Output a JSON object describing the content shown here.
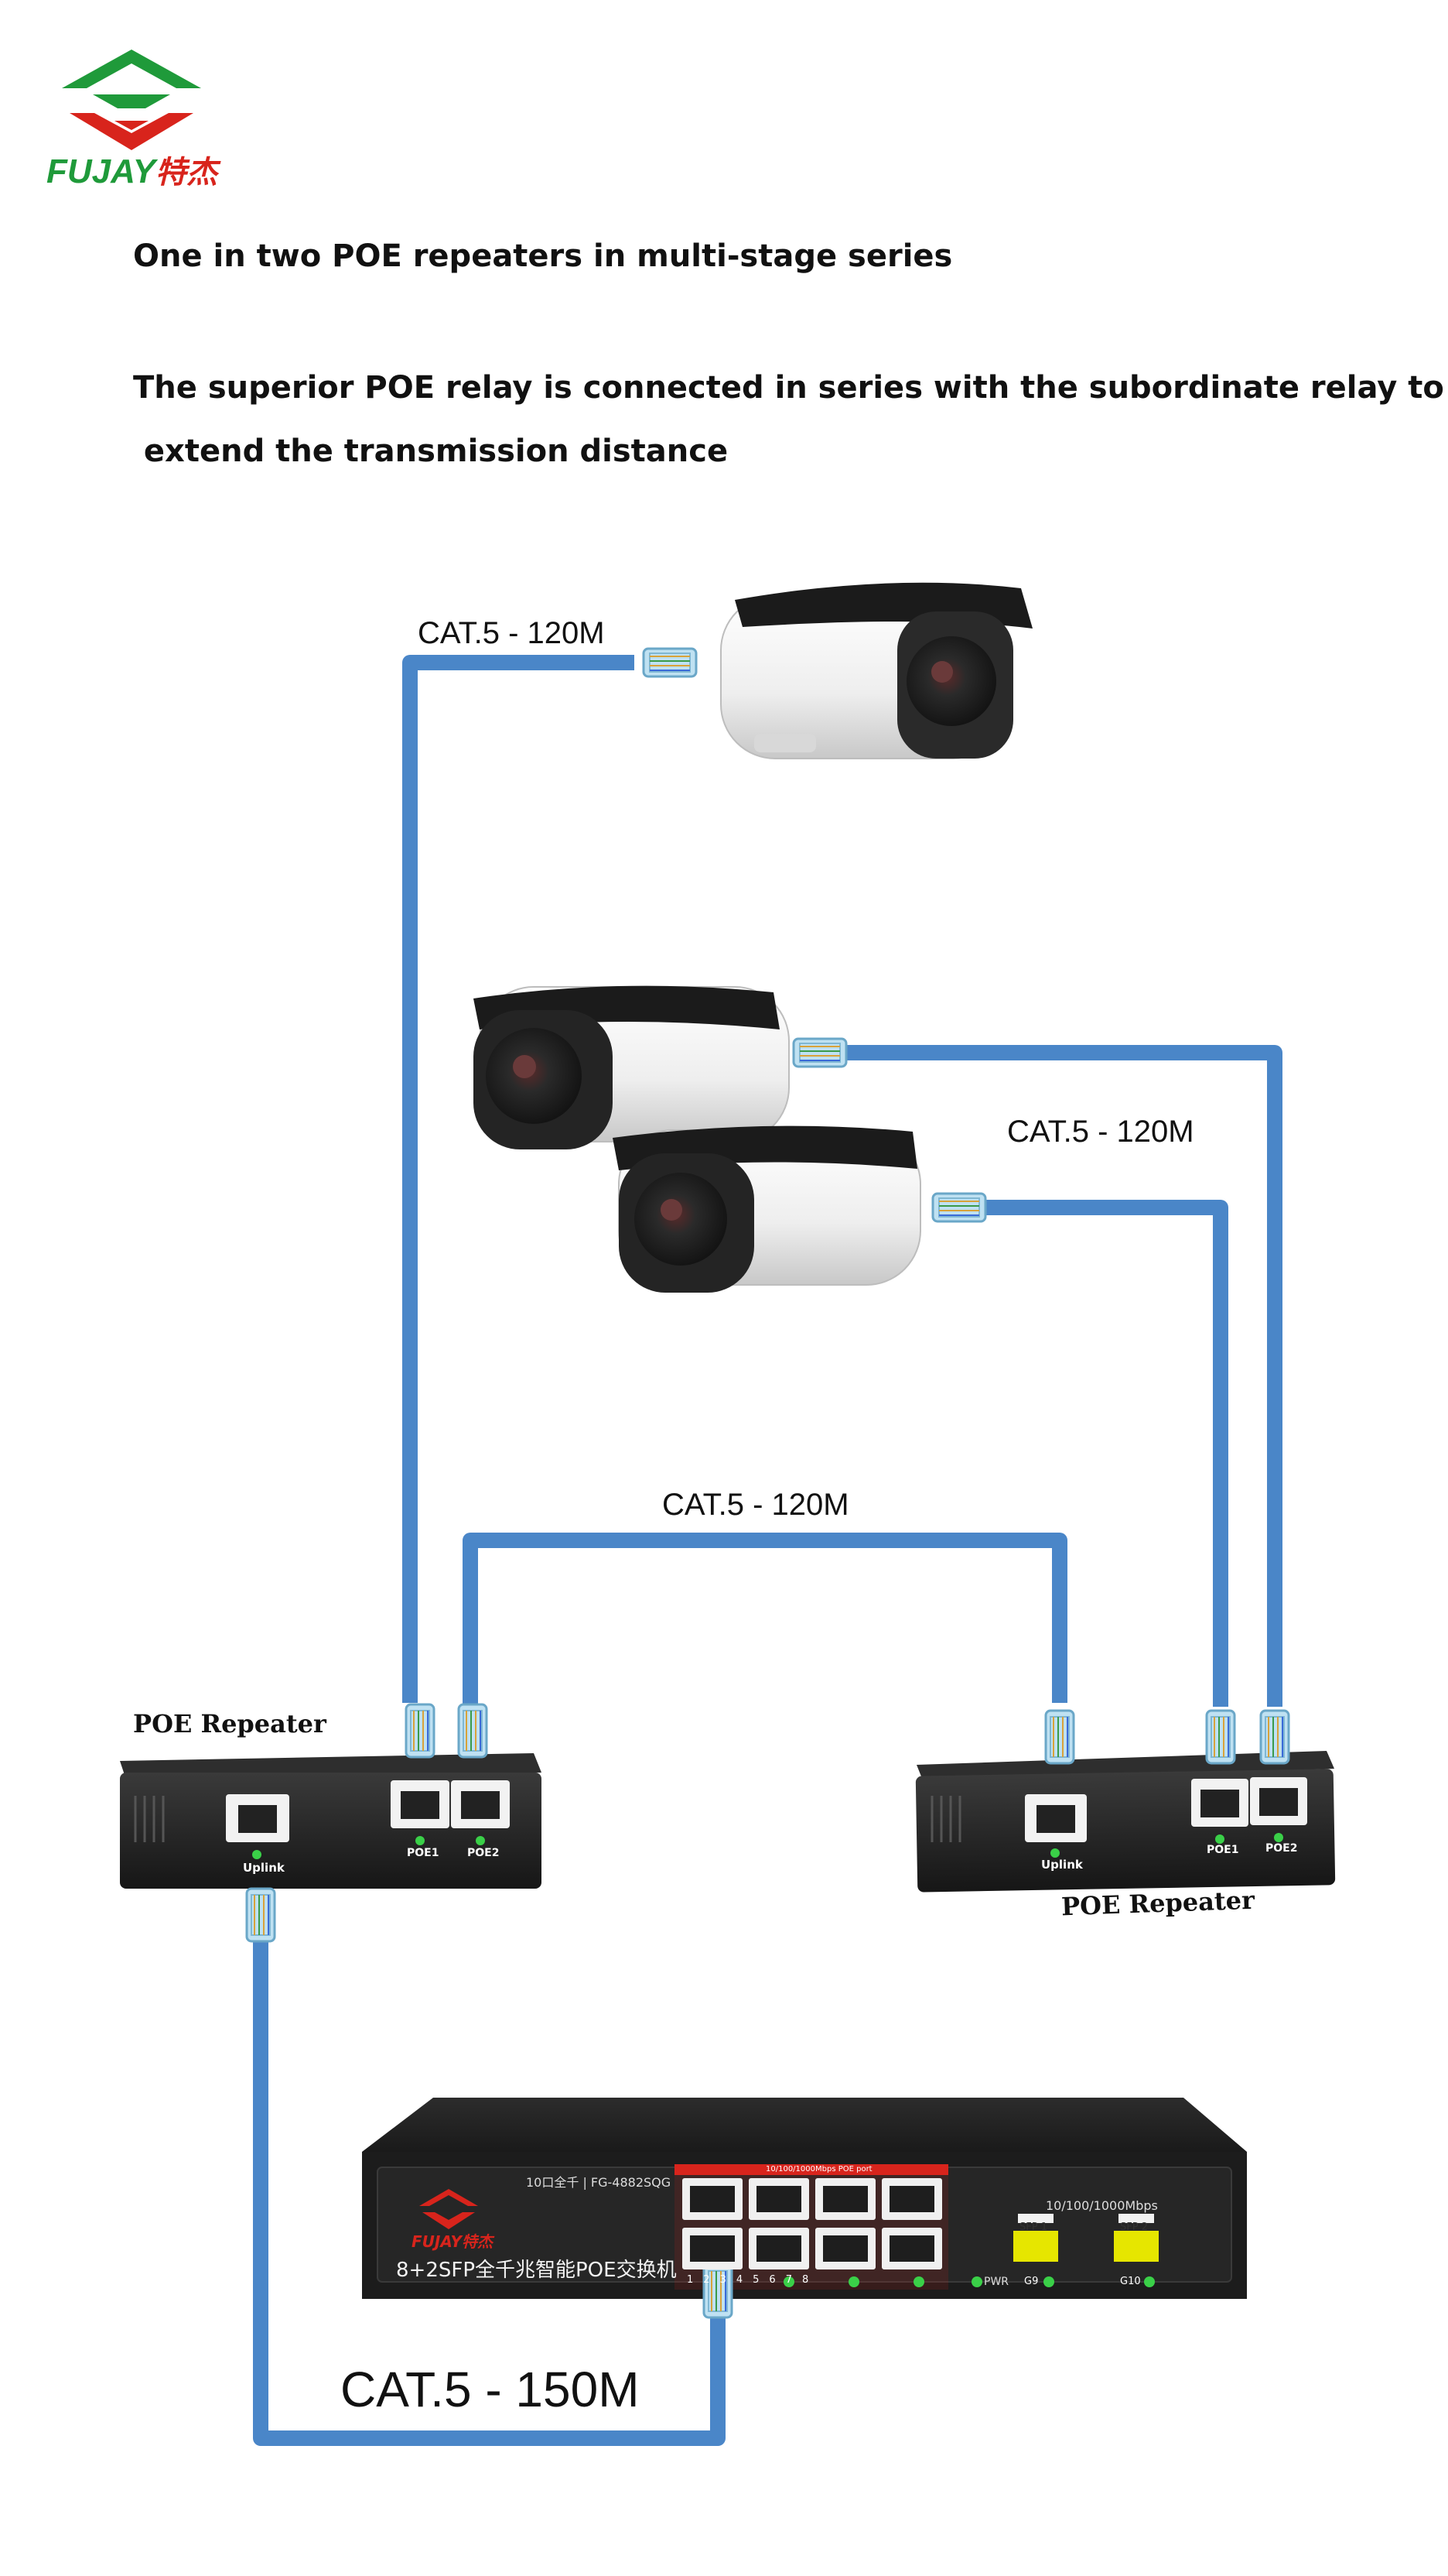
{
  "brand": {
    "name": "FUJAY",
    "name_cn": "特杰",
    "colors": {
      "green": "#1f9a3a",
      "red": "#d8241c",
      "cable": "#4a86c8"
    }
  },
  "headings": {
    "title": "One in two POE repeaters in multi-stage series",
    "description_line1": "The superior POE relay is connected in series with the subordinate relay to",
    "description_line2": " extend the transmission distance"
  },
  "cables": {
    "top_camera": "CAT.5 - 120M",
    "right_cameras": "CAT.5 - 120M",
    "repeater_link": "CAT.5 - 120M",
    "switch_link": "CAT.5 - 150M"
  },
  "repeaters": {
    "left_label": "POE Repeater",
    "right_label": "POE Repeater",
    "port_uplink": "Uplink",
    "port_poe1": "POE1",
    "port_poe2": "POE2"
  },
  "switch": {
    "model_line": "10口全千 | FG-4882SQG",
    "title_cn": "8+2SFP全千兆智能POE交换机",
    "poe_strip": "10/100/1000Mbps POE port",
    "uplink_speed": "10/100/1000Mbps",
    "sfp1": "SFP 1",
    "sfp2": "SFP 2",
    "g9": "G9",
    "g10": "G10",
    "pwr": "PWR",
    "port_numbers": [
      "1",
      "2",
      "3",
      "4",
      "5",
      "6",
      "7",
      "8"
    ],
    "brand": "FUJAY特杰"
  }
}
